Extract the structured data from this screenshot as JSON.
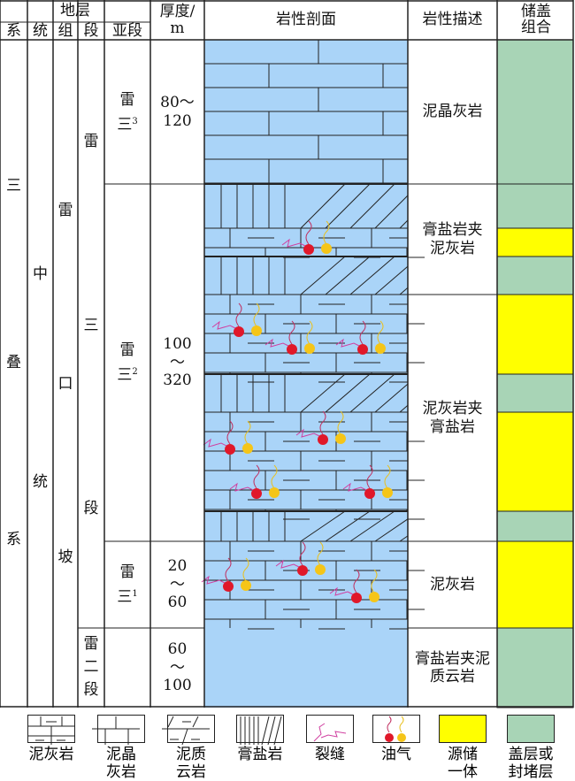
{
  "header": {
    "stratum": "地层",
    "system": "系",
    "series": "统",
    "formation": "组",
    "member": "段",
    "submember": "亚段",
    "thickness": "厚度/\nm",
    "section": "岩性剖面",
    "description": "岩性描述",
    "combo": "储盖\n组合"
  },
  "system": "三叠系",
  "series": "中统",
  "formation": "雷口坡",
  "members": [
    {
      "name": "雷三段"
    },
    {
      "name": "雷二段"
    }
  ],
  "submembers": [
    {
      "name": "雷三",
      "sup": "3",
      "thickness": "80～120"
    },
    {
      "name": "雷三",
      "sup": "2",
      "thickness": "100～320"
    },
    {
      "name": "雷三",
      "sup": "1",
      "thickness": "20～60"
    },
    {
      "thickness": "60～100"
    }
  ],
  "descriptions": [
    "泥晶灰岩",
    "膏盐岩夹泥灰岩",
    "泥灰岩夹膏盐岩",
    "泥灰岩",
    "膏盐岩夹泥质云岩"
  ],
  "combo_colors": {
    "source_reservoir": "#ffff00",
    "cap": "#a8d4b6",
    "rock": "#aad4f8"
  },
  "combo_sequence": [
    "cap",
    "cap",
    "source_reservoir",
    "cap",
    "source_reservoir",
    "cap",
    "source_reservoir",
    "cap",
    "source_reservoir",
    "cap"
  ],
  "legend": [
    "泥灰岩",
    "泥晶灰岩",
    "泥质云岩",
    "膏盐岩",
    "裂缝",
    "油气",
    "源储一体",
    "盖层或封堵层"
  ]
}
